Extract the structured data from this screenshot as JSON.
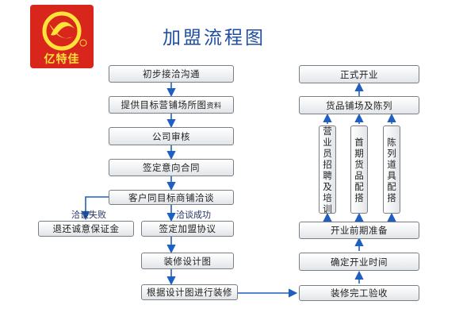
{
  "logo": {
    "brand_text": "亿特佳",
    "mark": "R"
  },
  "title": "加盟流程图",
  "colors": {
    "arrow": "#1f5fbf",
    "logo_red": "#d9261c",
    "logo_yellow": "#ffe23a",
    "title_blue": "#1f4ea0"
  },
  "left_flow": {
    "step1": "初步接洽沟通",
    "step2_main": "提供目标营铺场所图",
    "step2_small": "资料",
    "step3": "公司审核",
    "step4": "签定意向合同",
    "step5": "客户同目标商铺洽谈",
    "step6": "签定加盟协议",
    "step7": "装修设计图",
    "step8": "根据设计图进行装修"
  },
  "branch": {
    "fail_label": "洽谈失败",
    "success_label": "洽谈成功",
    "refund": "退还诚意保证金"
  },
  "right_flow": {
    "r1": "装修完工验收",
    "r2": "确定开业时间",
    "r3": "开业前期准备",
    "r5": "货品铺场及陈列",
    "r6": "正式开业"
  },
  "vertical": {
    "staff": [
      "营",
      "业",
      "员",
      "招",
      "聘",
      "及",
      "培",
      "训"
    ],
    "goods": [
      "首",
      "期",
      "货",
      "品",
      "配",
      "搭"
    ],
    "props": [
      "陈",
      "列",
      "道",
      "具",
      "配",
      "搭"
    ]
  }
}
